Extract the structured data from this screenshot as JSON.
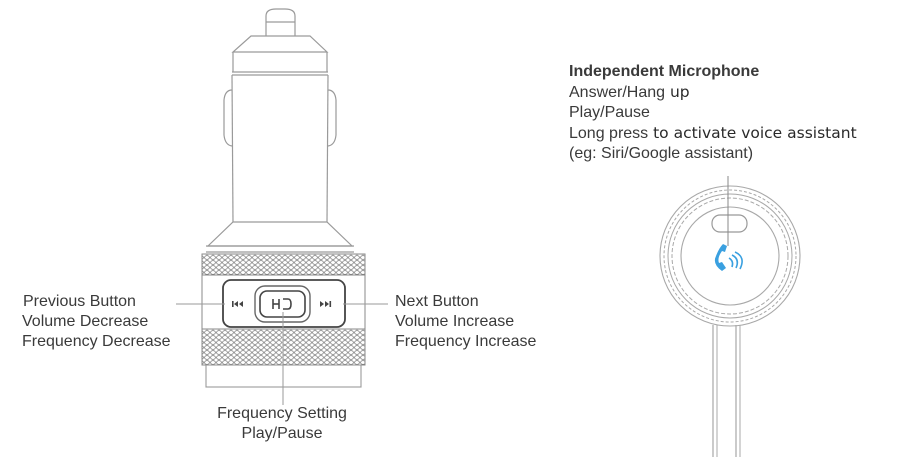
{
  "diagram": {
    "charger": {
      "center_button": {
        "icon": "hd-logo",
        "text": "HD"
      },
      "prev_icon": "previous-track-icon",
      "next_icon": "next-track-icon",
      "left_label": {
        "line1": "Previous Button",
        "line2": "Volume Decrease",
        "line3": "Frequency Decrease"
      },
      "right_label": {
        "line1": "Next Button",
        "line2": "Volume Increase",
        "line3": "Frequency Increase"
      },
      "bottom_label": {
        "line1": "Frequency Setting",
        "line2": "Play/Pause"
      }
    },
    "microphone": {
      "icon": "phone-call-icon",
      "icon_color": "#3aa0e0",
      "label": {
        "title": "Independent Microphone",
        "line1_a": "Answer/Hang",
        "line1_b": " up",
        "line2": "Play/Pause",
        "line3_a": "Long press",
        "line3_b": " to activate voice assistant",
        "line4": "(eg: Siri/Google assistant)"
      }
    }
  }
}
